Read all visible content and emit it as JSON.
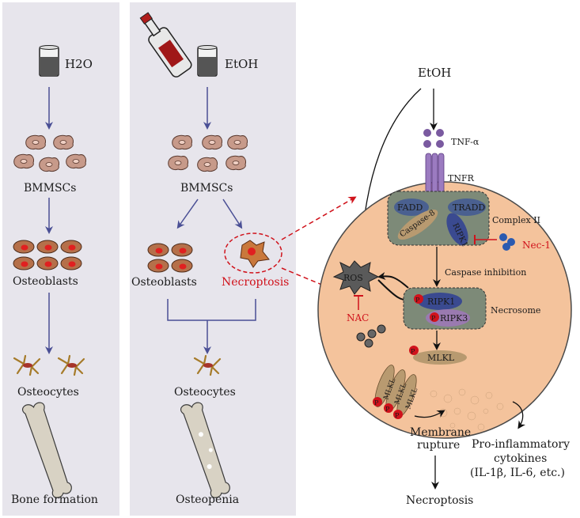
{
  "panel_control": {
    "drink": "H2O",
    "cells": "BMMSCs",
    "osteoblasts": "Osteoblasts",
    "osteocytes": "Osteocytes",
    "outcome": "Bone formation"
  },
  "panel_ethanol": {
    "drink": "EtOH",
    "cells": "BMMSCs",
    "osteoblasts": "Osteoblasts",
    "necroptosis": "Necroptosis",
    "osteocytes": "Osteocytes",
    "outcome": "Osteopenia"
  },
  "pathway": {
    "etoh": "EtOH",
    "tnf": "TNF-α",
    "tnfr": "TNFR",
    "fadd": "FADD",
    "tradd": "TRADD",
    "caspase8": "Caspase-8",
    "ripk1_complex": "RIPK1",
    "complex2": "Complex II",
    "nec1": "Nec-1",
    "caspase_inhibition": "Caspase inhibition",
    "ros": "ROS",
    "nac": "NAC",
    "ripk1": "RIPK1",
    "ripk3": "RIPK3",
    "necrosome": "Necrosome",
    "mlkl": "MLKL",
    "mlkl_stack": [
      "MLKL",
      "MLKL",
      "MLKL"
    ],
    "phospho": "P",
    "membrane_rupture_1": "Membrane",
    "membrane_rupture_2": "rupture",
    "cytokines_1": "Pro-inflammatory",
    "cytokines_2": "cytokines",
    "cytokines_3": "(IL-1β, IL-6, etc.)",
    "outcome": "Necroptosis"
  },
  "colors": {
    "panel_bg": "#e7e5ec",
    "arrow": "#4a4f95",
    "cell_fill": "#f4c39c",
    "red_label": "#d0121b"
  }
}
